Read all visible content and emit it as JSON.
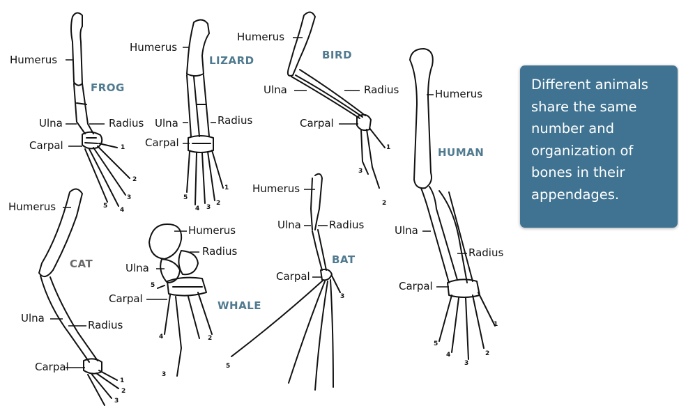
{
  "animals": {
    "frog": "FROG",
    "lizard": "LIZARD",
    "bird": "BIRD",
    "human": "HUMAN",
    "cat": "CAT",
    "whale": "WHALE",
    "bat": "BAT"
  },
  "bones": {
    "humerus": "Humerus",
    "ulna": "Ulna",
    "radius": "Radius",
    "carpal": "Carpal"
  },
  "digit_numbers": [
    "1",
    "2",
    "3",
    "4",
    "5"
  ],
  "info_box": {
    "lines": [
      "Different animals",
      "share the same",
      "number and",
      "organization of",
      "bones in their",
      "appendages."
    ]
  },
  "colors": {
    "animal_label": "#4f7a8f",
    "cat_label": "#6a6a6a",
    "info_box_bg": "#3f7391",
    "info_box_text": "#ffffff",
    "bone_stroke": "#111111"
  }
}
